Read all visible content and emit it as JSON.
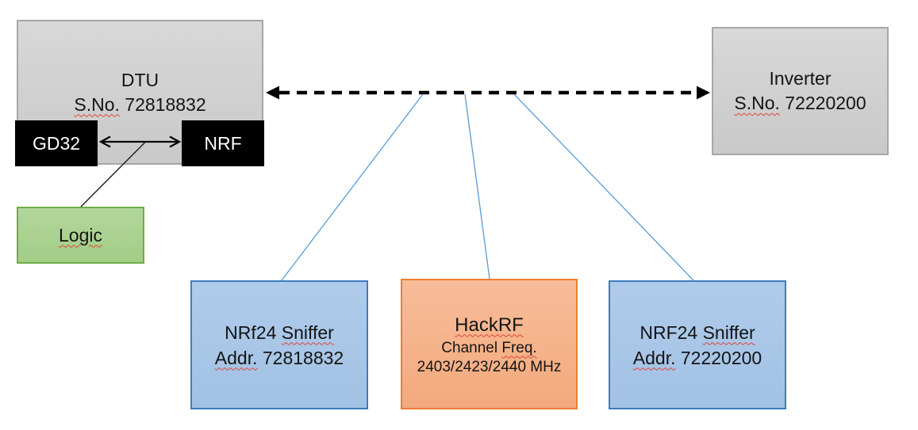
{
  "diagram": {
    "dtu": {
      "title": "DTU",
      "serial_label": "S.No.",
      "serial_number": "72818832"
    },
    "gd32": {
      "label": "GD32"
    },
    "nrf": {
      "label": "NRF"
    },
    "logic": {
      "label": "Logic"
    },
    "inverter": {
      "title": "Inverter",
      "serial_label": "S.No.",
      "serial_number": "72220200"
    },
    "sniffer_left": {
      "name_word1": "NRf24",
      "name_word2": "Sniffer",
      "addr_label": "Addr.",
      "addr_number": "72818832"
    },
    "hackrf": {
      "title": "HackRF",
      "freq_word1": "Channel",
      "freq_word2": "Freq.",
      "frequencies": "2403/2423/2440 MHz"
    },
    "sniffer_right": {
      "name_word1": "NRF24",
      "name_word2": "Sniffer",
      "addr_label": "Addr.",
      "addr_number": "72220200"
    }
  },
  "colors": {
    "gray_fill": "#d2d2d2",
    "gray_border": "#a7a7a7",
    "chip_black": "#000000",
    "green_fill": "#a9d18e",
    "green_border": "#70ad47",
    "blue_fill": "#a9c6e8",
    "blue_border": "#3d7cc0",
    "orange_fill": "#f5b183",
    "orange_border": "#ed7d31",
    "connector_blue": "#5b9bd5",
    "arrow_black": "#000000",
    "spellcheck_red": "#e0443a"
  }
}
